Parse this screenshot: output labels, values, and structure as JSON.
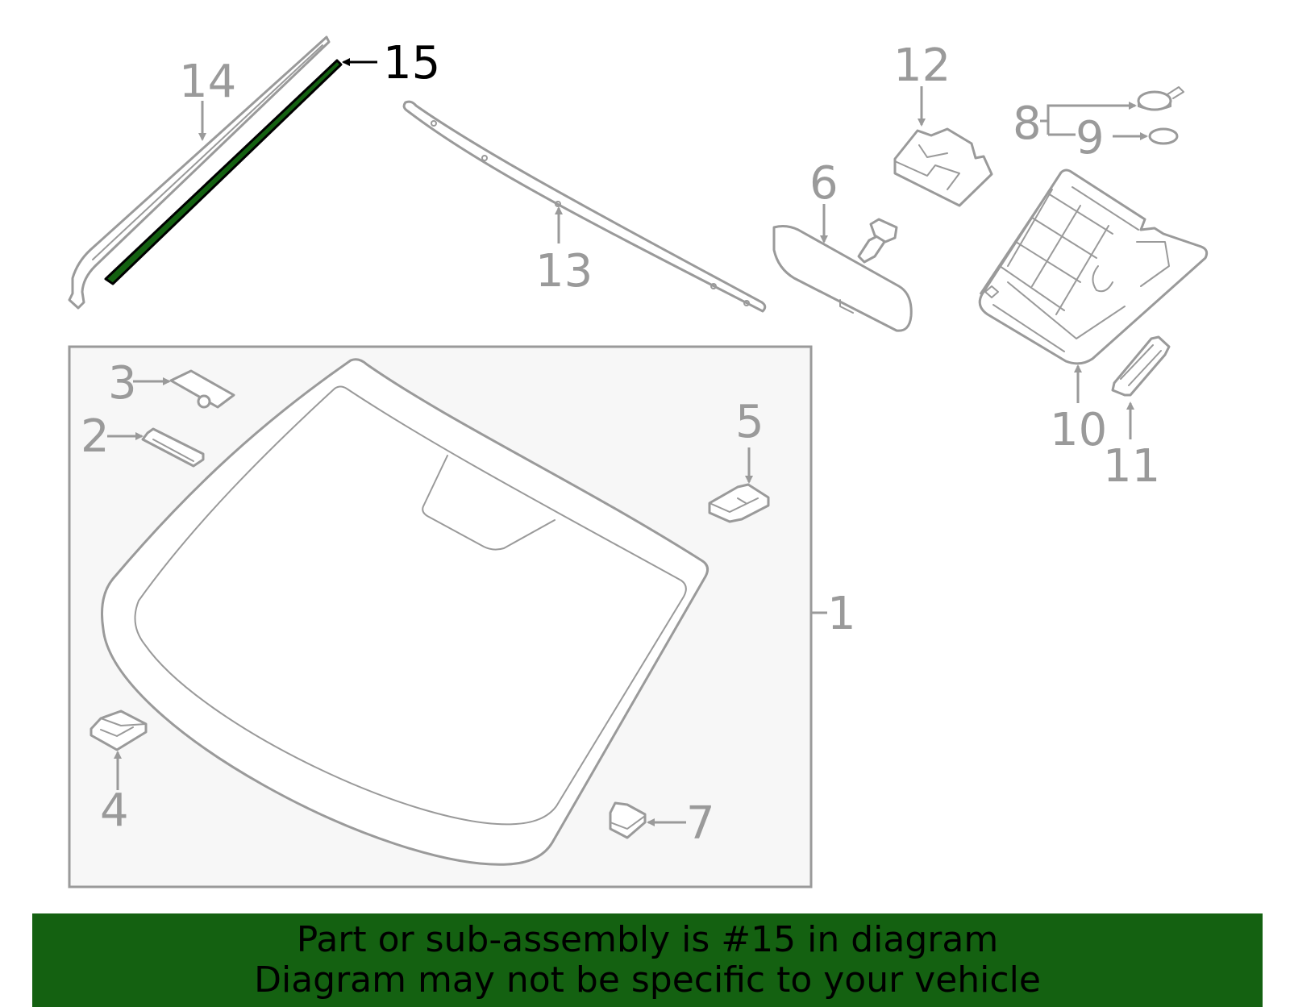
{
  "colors": {
    "highlight": "#146111",
    "line_gray": "#9a9a9a",
    "box_fill": "#f7f7f7",
    "banner_bg": "#146111"
  },
  "callouts": {
    "c1": "1",
    "c2": "2",
    "c3": "3",
    "c4": "4",
    "c5": "5",
    "c6": "6",
    "c7": "7",
    "c8": "8",
    "c9": "9",
    "c10": "10",
    "c11": "11",
    "c12": "12",
    "c13": "13",
    "c14": "14",
    "c15": "15"
  },
  "highlighted_part": "15",
  "banner": {
    "line1": "Part or sub-assembly is #15 in diagram",
    "line2": "Diagram may not be specific to your vehicle"
  }
}
